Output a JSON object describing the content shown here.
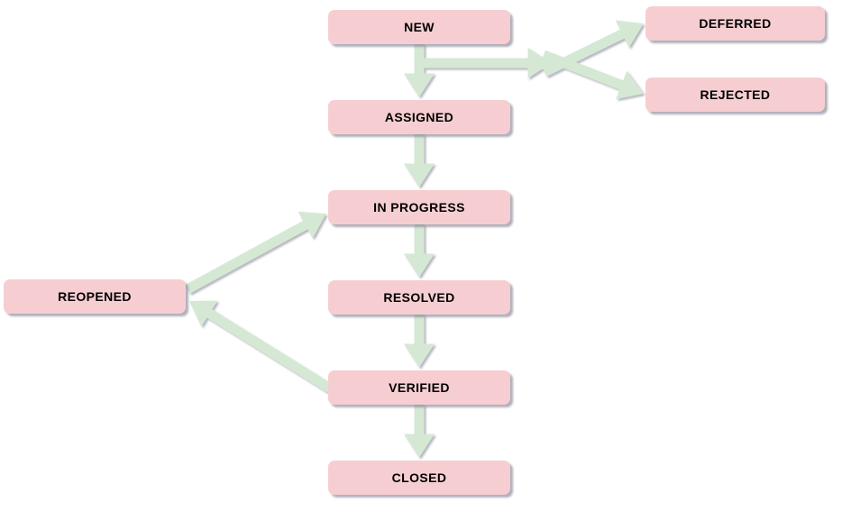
{
  "diagram": {
    "background": "#ffffff",
    "node_style": {
      "fill": "#f6ced1",
      "text_color": "#000000",
      "shadow": "rgba(110,110,132,0.55)"
    },
    "arrow_style": {
      "fill": "#d5e8d4"
    },
    "nodes": [
      {
        "id": "new",
        "label": "NEW"
      },
      {
        "id": "deferred",
        "label": "DEFERRED"
      },
      {
        "id": "rejected",
        "label": "REJECTED"
      },
      {
        "id": "assigned",
        "label": "ASSIGNED"
      },
      {
        "id": "in-progress",
        "label": "IN PROGRESS"
      },
      {
        "id": "resolved",
        "label": "RESOLVED"
      },
      {
        "id": "verified",
        "label": "VERIFIED"
      },
      {
        "id": "closed",
        "label": "CLOSED"
      },
      {
        "id": "reopened",
        "label": "REOPENED"
      }
    ],
    "edges": [
      {
        "from": "NEW",
        "to": "ASSIGNED"
      },
      {
        "from": "NEW",
        "to": "DEFERRED"
      },
      {
        "from": "NEW",
        "to": "REJECTED"
      },
      {
        "from": "ASSIGNED",
        "to": "IN PROGRESS"
      },
      {
        "from": "IN PROGRESS",
        "to": "RESOLVED"
      },
      {
        "from": "RESOLVED",
        "to": "VERIFIED"
      },
      {
        "from": "VERIFIED",
        "to": "CLOSED"
      },
      {
        "from": "VERIFIED",
        "to": "REOPENED"
      },
      {
        "from": "REOPENED",
        "to": "IN PROGRESS"
      }
    ]
  }
}
